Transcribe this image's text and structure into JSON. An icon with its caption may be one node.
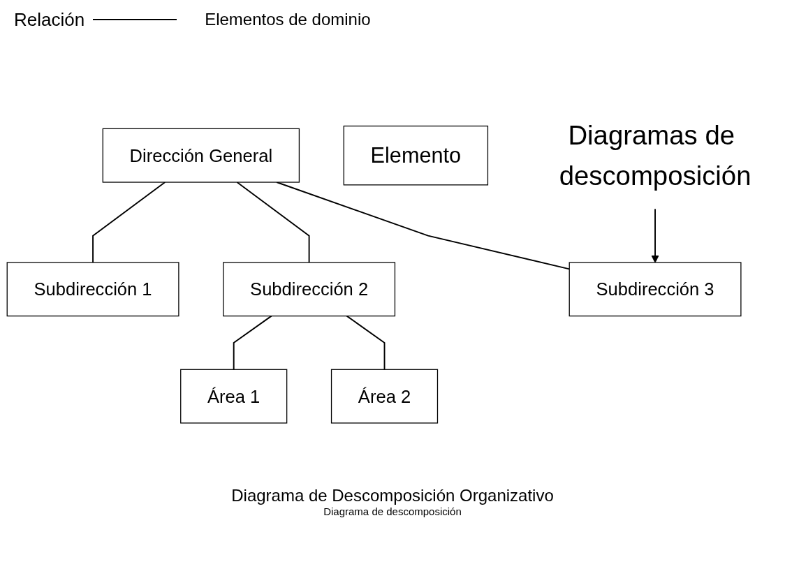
{
  "diagram": {
    "caption": "Diagrama de descomposición",
    "nodes": [
      {
        "text": [
          "Dirección General"
        ]
      },
      {
        "text": [
          "Subdirección 1"
        ]
      },
      {
        "text": [
          "Subdirección 2"
        ]
      },
      {
        "text": [
          "Subdirección 3"
        ]
      },
      {
        "text": [
          "Área 1"
        ]
      },
      {
        "text": [
          "Área 2"
        ]
      },
      {
        "text": [
          "Elemento"
        ]
      },
      {
        "text": [
          "Diagramas de descomposición"
        ]
      }
    ],
    "edges": [
      {
        "from": 0,
        "to": 1,
        "arrow": "none"
      },
      {
        "from": 0,
        "to": 2,
        "arrow": "none"
      },
      {
        "from": 0,
        "to": 3,
        "arrow": "none"
      },
      {
        "from": 2,
        "to": 4,
        "arrow": "none"
      },
      {
        "from": 2,
        "to": 5,
        "arrow": "none"
      },
      {
        "from": 7,
        "to": 3,
        "arrow": "to"
      }
    ],
    "labels": [
      "Elementos de dominio",
      "Diagrama de Descomposición Organizativo"
    ],
    "legend": [
      {
        "text": "Relación"
      }
    ]
  }
}
